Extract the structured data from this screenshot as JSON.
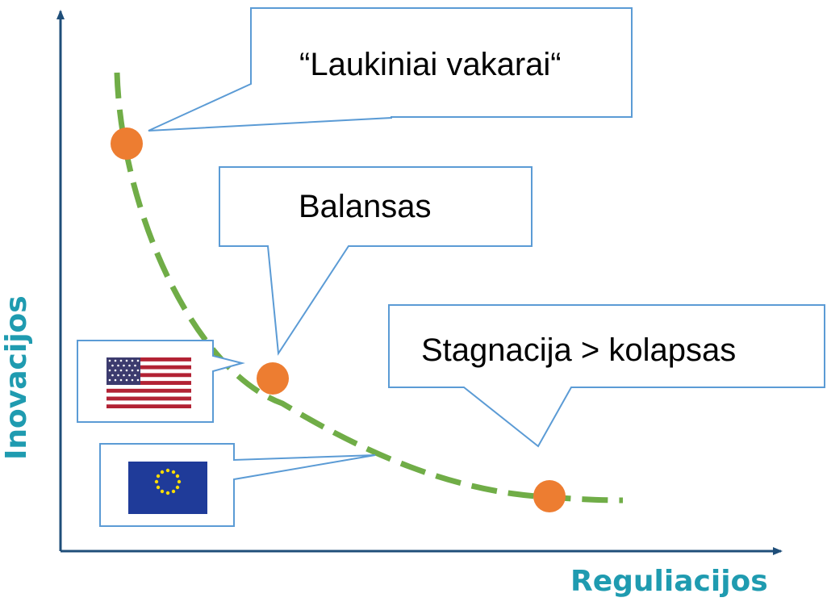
{
  "axes": {
    "x_label": "Reguliacijos",
    "y_label": "Inovacijos",
    "axis_color": "#1f4e79",
    "label_color": "#1f9bb0"
  },
  "curve": {
    "color": "#70ad47",
    "style": "dashed"
  },
  "points": {
    "color": "#ed7d31",
    "items": [
      {
        "name": "wild-west-point",
        "callout": "“Laukiniai vakarai“"
      },
      {
        "name": "balance-point",
        "callout": "Balansas"
      },
      {
        "name": "stagnation-point",
        "callout": "Stagnacija > kolapsas"
      }
    ]
  },
  "callout_border_color": "#5b9bd5",
  "flags": [
    {
      "name": "usa-flag-icon",
      "label": ""
    },
    {
      "name": "eu-flag-icon",
      "label": ""
    }
  ]
}
